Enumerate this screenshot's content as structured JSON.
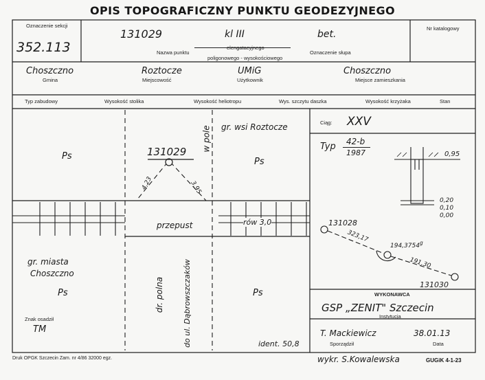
{
  "title": "OPIS TOPOGRAFICZNY PUNKTU GEODEZYJNEGO",
  "header": {
    "section_label": "Oznaczenie sekcji",
    "section_value": "352.113",
    "point_name_value": "131029",
    "class_value": "kl III",
    "marker_value": "bet.",
    "catalog_label": "Nr katalogowy",
    "point_name_label": "Nazwa punktu",
    "network_label_1": "elengatacyjnego",
    "network_label_2": "poligonowego - wysokościowego",
    "marker_label": "Oznaczenie słupa"
  },
  "location": {
    "gmina_label": "Gmina",
    "gmina_value": "Choszczno",
    "miejscowosc_label": "Miejscowość",
    "miejscowosc_value": "Roztocze",
    "uzytkownik_label": "Użytkownik",
    "uzytkownik_value": "UMiG",
    "zamieszkanie_label": "Miejsce zamieszkania",
    "zamieszkanie_value": "Choszczno"
  },
  "spec_row": [
    "Typ zabudowy",
    "Wysokość stolika",
    "Wysokość heliotropu",
    "Wys. szczytu daszka",
    "Wysokość krzyżaka",
    "Stan"
  ],
  "sketch": {
    "point_id": "131029",
    "dist_left": "4,23",
    "dist_right": "3,95",
    "w_pole": "w pole",
    "gr_wsi": "gr. wsi  Roztocze",
    "ps_1": "Ps",
    "ps_2": "Ps",
    "ps_3": "Ps",
    "ps_4": "Ps",
    "przepust": "przepust",
    "row": "rów 3,0",
    "gr_miasta": "gr. miasta",
    "choszczno": "Choszczno",
    "dr_polna": "dr. polna",
    "do_ul": "do ul. Dąbrowszczaków",
    "ident": "ident. 50,8",
    "znak_label": "Znak osadził",
    "znak_value": "TM"
  },
  "right_panel": {
    "ciag_label": "Ciąg:",
    "ciag_value": "XXV",
    "typ_label": "Typ",
    "typ_value": "42-b",
    "typ_year": "1987",
    "depth_top": "0,95",
    "depth_1": "0,20",
    "depth_2": "0,10",
    "depth_3": "0,00",
    "pt_a": "131028",
    "dist_a": "323,17",
    "angle": "194,3754",
    "angle_sup": "g",
    "dist_b": "191,30",
    "pt_b": "131030"
  },
  "contractor": {
    "wykonawca_label": "WYKONAWCA",
    "institution_value": "GSP „ZENIT\" Szczecin",
    "institution_label": "Instytucja",
    "author_value": "T. Mackiewicz",
    "author_label": "Sporządził",
    "date_value": "38.01.13",
    "date_label": "Data"
  },
  "footer": {
    "print_info": "Druk OPGK Szczecin Zam. nr 4/86  32000 egz.",
    "wykr": "wykr. S.Kowalewska",
    "form_id": "GUGiK 4-1-23"
  }
}
